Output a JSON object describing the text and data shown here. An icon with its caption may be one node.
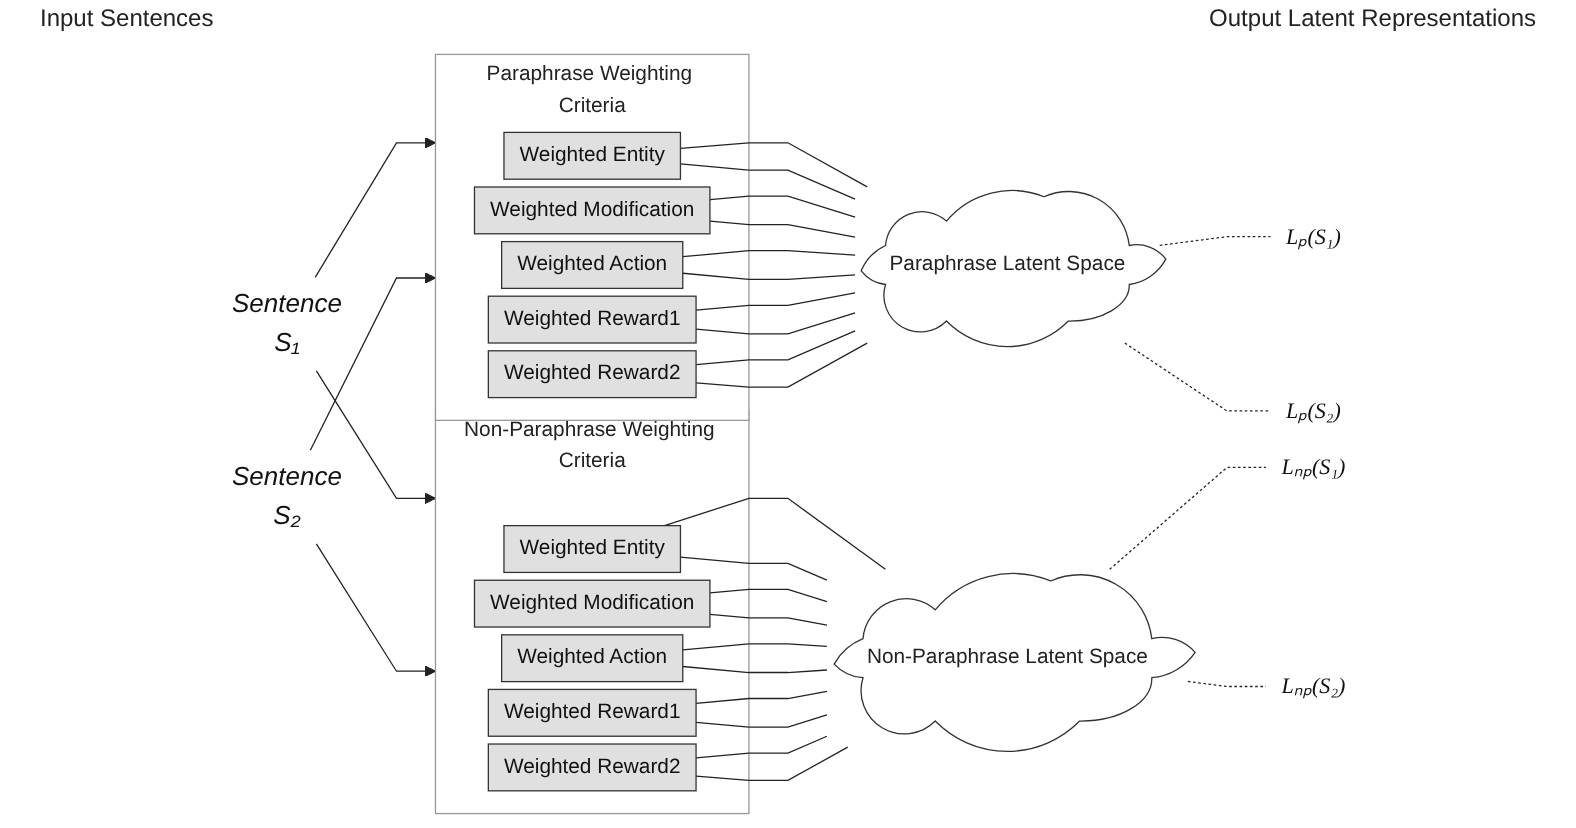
{
  "diagram": {
    "nodes": [
      {
        "text": [
          "Sentence",
          "S₁"
        ]
      },
      {
        "text": [
          "Sentence",
          "S₂"
        ]
      },
      {
        "text": [
          "Paraphrase Weighting Criteria"
        ]
      },
      {
        "text": [
          "Weighted Entity"
        ],
        "in": 2
      },
      {
        "text": [
          "Weighted Modification"
        ],
        "in": 2
      },
      {
        "text": [
          "Weighted Action"
        ],
        "in": 2
      },
      {
        "text": [
          "Weighted Reward1"
        ],
        "in": 2
      },
      {
        "text": [
          "Weighted Reward2"
        ],
        "in": 2
      },
      {
        "text": [
          "Non-Paraphrase Weighting Criteria"
        ]
      },
      {
        "text": [
          "Weighted Entity"
        ],
        "in": 8
      },
      {
        "text": [
          "Weighted Modification"
        ],
        "in": 8
      },
      {
        "text": [
          "Weighted Action"
        ],
        "in": 8
      },
      {
        "text": [
          "Weighted Reward1"
        ],
        "in": 8
      },
      {
        "text": [
          "Weighted Reward2"
        ],
        "in": 8
      },
      {
        "text": [
          "Paraphrase Latent Space"
        ]
      },
      {
        "text": [
          "Non-Paraphrase Latent Space"
        ]
      },
      {
        "text": [
          "Lₚ(S₁)"
        ]
      },
      {
        "text": [
          "Lₚ(S₂)"
        ]
      },
      {
        "text": [
          "Lₙₚ(S₁)"
        ]
      },
      {
        "text": [
          "Lₙₚ(S₂)"
        ]
      }
    ],
    "edges": [
      {
        "from": 0,
        "to": 2,
        "arrow": "to"
      },
      {
        "from": 0,
        "to": 8,
        "arrow": "to"
      },
      {
        "from": 1,
        "to": 2,
        "arrow": "to"
      },
      {
        "from": 1,
        "to": 8,
        "arrow": "to"
      },
      {
        "from": 3,
        "to": 14,
        "arrow": "none"
      },
      {
        "from": 3,
        "to": 14,
        "arrow": "none"
      },
      {
        "from": 4,
        "to": 14,
        "arrow": "none"
      },
      {
        "from": 4,
        "to": 14,
        "arrow": "none"
      },
      {
        "from": 5,
        "to": 14,
        "arrow": "none"
      },
      {
        "from": 5,
        "to": 14,
        "arrow": "none"
      },
      {
        "from": 6,
        "to": 14,
        "arrow": "none"
      },
      {
        "from": 6,
        "to": 14,
        "arrow": "none"
      },
      {
        "from": 7,
        "to": 14,
        "arrow": "none"
      },
      {
        "from": 7,
        "to": 14,
        "arrow": "none"
      },
      {
        "from": 9,
        "to": 15,
        "arrow": "none"
      },
      {
        "from": 9,
        "to": 15,
        "arrow": "none"
      },
      {
        "from": 10,
        "to": 15,
        "arrow": "none"
      },
      {
        "from": 10,
        "to": 15,
        "arrow": "none"
      },
      {
        "from": 11,
        "to": 15,
        "arrow": "none"
      },
      {
        "from": 11,
        "to": 15,
        "arrow": "none"
      },
      {
        "from": 12,
        "to": 15,
        "arrow": "none"
      },
      {
        "from": 12,
        "to": 15,
        "arrow": "none"
      },
      {
        "from": 13,
        "to": 15,
        "arrow": "none"
      },
      {
        "from": 13,
        "to": 15,
        "arrow": "none"
      },
      {
        "from": 14,
        "to": 16,
        "arrow": "none",
        "style": "dashed"
      },
      {
        "from": 14,
        "to": 17,
        "arrow": "none",
        "style": "dashed"
      },
      {
        "from": 15,
        "to": 18,
        "arrow": "none",
        "style": "dashed"
      },
      {
        "from": 15,
        "to": 19,
        "arrow": "none",
        "style": "dashed"
      }
    ],
    "labels": [
      "Input Sentences",
      "Output Latent Representations"
    ]
  }
}
